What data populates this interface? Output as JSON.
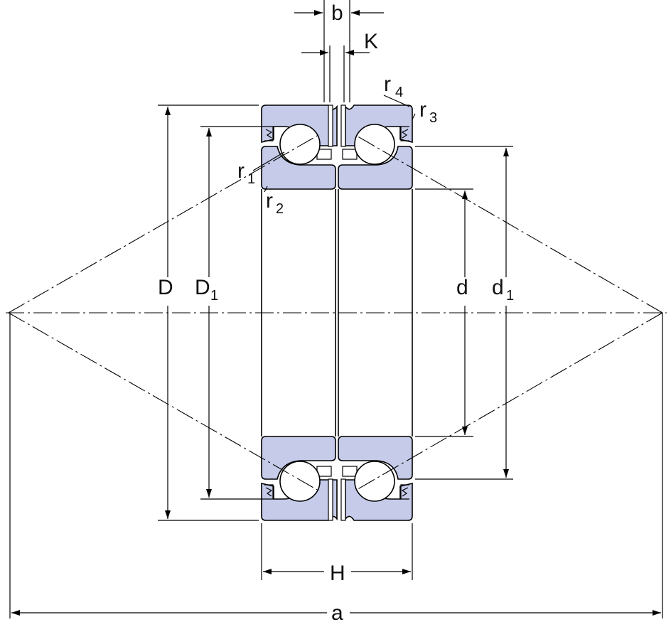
{
  "diagram": {
    "labels": {
      "b": "b",
      "K": "K",
      "r4_main": "r",
      "r4_sub": "4",
      "r3_main": "r",
      "r3_sub": "3",
      "r1_main": "r",
      "r1_sub": "1",
      "r2_main": "r",
      "r2_sub": "2",
      "D": "D",
      "D1_main": "D",
      "D1_sub": "1",
      "d": "d",
      "d1_main": "d",
      "d1_sub": "1",
      "H": "H",
      "a": "a"
    },
    "colors": {
      "ring_fill": "#c5cbe9",
      "line": "#000000",
      "background": "#ffffff"
    }
  }
}
